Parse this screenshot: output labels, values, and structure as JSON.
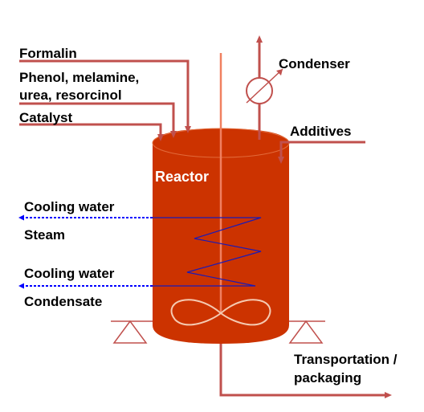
{
  "colors": {
    "vessel": "#cc3300",
    "feed_line": "#c0504d",
    "vessel_highlight": "#e8703a",
    "coil": "#1a1ab8",
    "cooling": "#0000ff",
    "stand": "#c0504d",
    "stirrer": "#f5c9b0"
  },
  "labels": {
    "formalin": "Formalin",
    "phenol_line1": "Phenol, melamine,",
    "phenol_line2": "urea, resorcinol",
    "catalyst": "Catalyst",
    "condenser": "Condenser",
    "additives": "Additives",
    "reactor": "Reactor",
    "cooling_water_1": "Cooling water",
    "steam": "Steam",
    "cooling_water_2": "Cooling water",
    "condensate": "Condensate",
    "transport_line1": "Transportation /",
    "transport_line2": "packaging"
  },
  "icons": {
    "condenser": "condenser-valve-icon",
    "stirrer": "propeller-stirrer-icon",
    "support": "triangle-support-icon"
  }
}
